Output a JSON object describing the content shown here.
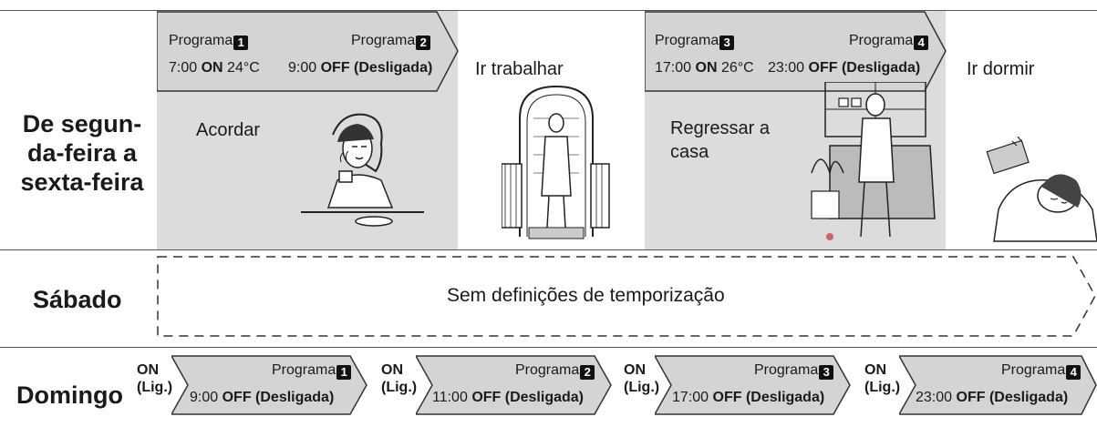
{
  "rows": {
    "weekdays_label": "De segun-da-feira a sexta-feira",
    "weekdays_lines": [
      "De segun-",
      "da-feira a",
      "sexta-feira"
    ],
    "saturday_label": "Sábado",
    "sunday_label": "Domingo"
  },
  "weekday_programs": [
    {
      "left_title": "Programa",
      "left_num": "1",
      "right_title": "Programa",
      "right_num": "2",
      "left_time": "7:00",
      "left_state": "ON",
      "left_temp": "24°C",
      "right_time": "9:00",
      "right_state": "OFF",
      "right_state_note": "(Desligada)"
    },
    {
      "left_title": "Programa",
      "left_num": "3",
      "right_title": "Programa",
      "right_num": "4",
      "left_time": "17:00",
      "left_state": "ON",
      "left_temp": "26°C",
      "right_time": "23:00",
      "right_state": "OFF",
      "right_state_note": "(Desligada)"
    }
  ],
  "activities": {
    "wake": "Acordar",
    "work": "Ir trabalhar",
    "return_home_line1": "Regressar a",
    "return_home_line2": "casa",
    "sleep": "Ir dormir"
  },
  "saturday": {
    "text": "Sem definições de temporização"
  },
  "sunday": {
    "on_label": "ON",
    "lig_label": "(Lig.)",
    "programs": [
      {
        "title": "Programa",
        "num": "1",
        "time": "9:00",
        "state": "OFF (Desligada)"
      },
      {
        "title": "Programa",
        "num": "2",
        "time": "11:00",
        "state": "OFF (Desligada)"
      },
      {
        "title": "Programa",
        "num": "3",
        "time": "17:00",
        "state": "OFF (Desligada)"
      },
      {
        "title": "Programa",
        "num": "4",
        "time": "23:00",
        "state": "OFF (Desligada)"
      }
    ]
  },
  "colors": {
    "shade": "#dcdcdc",
    "arrow_fill": "#d4d4d4",
    "line": "#333333"
  }
}
